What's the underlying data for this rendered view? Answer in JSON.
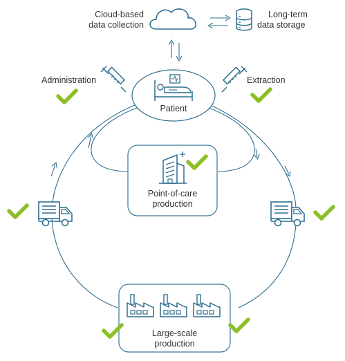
{
  "labels": {
    "cloud": [
      "Cloud-based",
      "data collection"
    ],
    "storage": [
      "Long-term",
      "data storage"
    ],
    "administration": "Administration",
    "extraction": "Extraction",
    "patient": "Patient",
    "point_of_care": [
      "Point-of-care",
      "production"
    ],
    "large_scale": [
      "Large-scale",
      "production"
    ]
  },
  "colors": {
    "line": "#2f6f8f",
    "box_stroke": "#3b7696",
    "check": "#8cbf26",
    "text": "#333333"
  },
  "icons": [
    "cloud-icon",
    "database-icon",
    "syringe-icon",
    "patient-bed-icon",
    "hospital-building-icon",
    "truck-icon",
    "factory-icon",
    "check-icon"
  ]
}
